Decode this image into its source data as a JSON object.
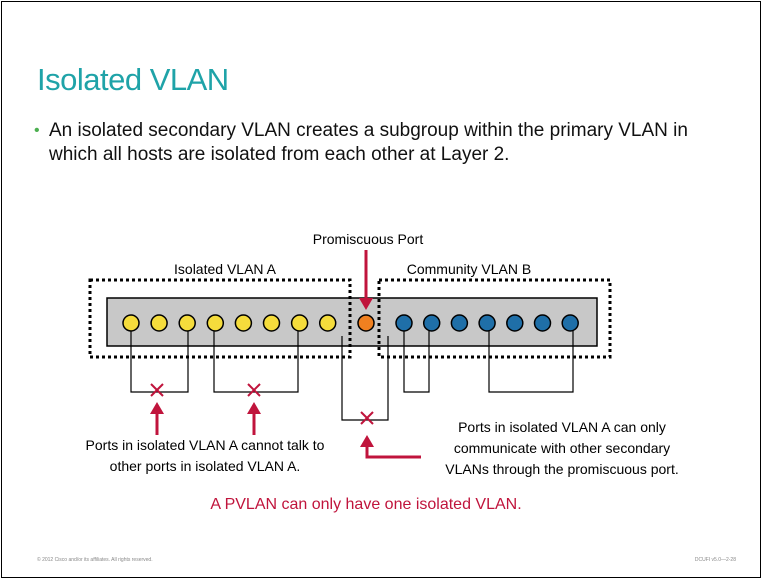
{
  "title": "Isolated VLAN",
  "bullet": "An isolated secondary VLAN creates a subgroup within the primary VLAN in which all hosts are isolated from each other at Layer 2.",
  "diagram": {
    "promiscuous_label": "Promiscuous Port",
    "isolated_label": "Isolated VLAN A",
    "community_label": "Community VLAN B",
    "note_left_line1": "Ports in isolated VLAN A cannot talk to",
    "note_left_line2": "other ports in isolated VLAN A.",
    "note_right_line1": "Ports in isolated VLAN A can only",
    "note_right_line2": "communicate with other secondary",
    "note_right_line3": "VLANs through the promiscuous port.",
    "conclusion": "A PVLAN can only have one isolated VLAN.",
    "colors": {
      "isolated_port": "#f5dc3c",
      "promiscuous_port": "#f08020",
      "community_port": "#1f6fa8",
      "switch": "#c8c8c8",
      "accent_red": "#c0143c",
      "title": "#1fa3a8"
    }
  },
  "footer": {
    "left": "© 2012 Cisco and/or its affiliates. All rights reserved.",
    "right": "DCUFI v5.0—2-28"
  }
}
